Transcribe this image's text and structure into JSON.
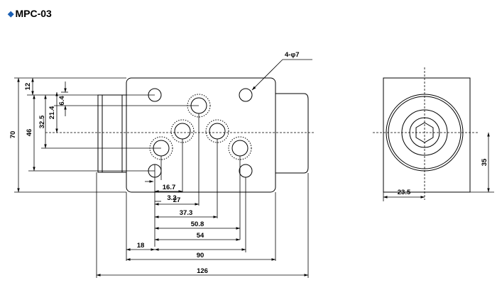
{
  "title": "MPC-03",
  "bullet": "◆",
  "hole_callout": "4-φ7",
  "horizontal_dims": [
    "3.2",
    "16.7",
    "27",
    "37.3",
    "50.8",
    "54",
    "18",
    "90",
    "126"
  ],
  "vertical_dims": [
    "12",
    "6.4",
    "21.4",
    "32.5",
    "46",
    "70"
  ],
  "side_view_dims": [
    "35",
    "23.5"
  ]
}
